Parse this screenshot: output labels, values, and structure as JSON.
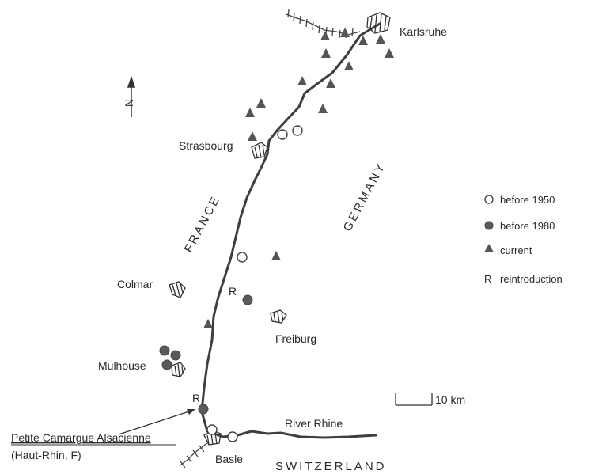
{
  "cities": {
    "karlsruhe": "Karlsruhe",
    "strasbourg": "Strasbourg",
    "colmar": "Colmar",
    "freiburg": "Freiburg",
    "mulhouse": "Mulhouse",
    "basle": "Basle"
  },
  "countries": {
    "france": "FRANCE",
    "germany": "GERMANY",
    "switzerland": "SWITZERLAND"
  },
  "river": "River Rhine",
  "site": {
    "name": "Petite Camargue Alsacienne",
    "region": "(Haut-Rhin, F)"
  },
  "north_label": "N",
  "scale_label": "10 km",
  "legend": [
    {
      "symbol": "open-circle",
      "label": "before 1950"
    },
    {
      "symbol": "filled-circle",
      "label": "before 1980"
    },
    {
      "symbol": "triangle",
      "label": "current"
    },
    {
      "symbol": "R",
      "label": "reintroduction"
    }
  ],
  "reintroduction_mark": "R",
  "colors": {
    "ink": "#444444",
    "fill": "#5a5a5a",
    "background": "#ffffff"
  }
}
